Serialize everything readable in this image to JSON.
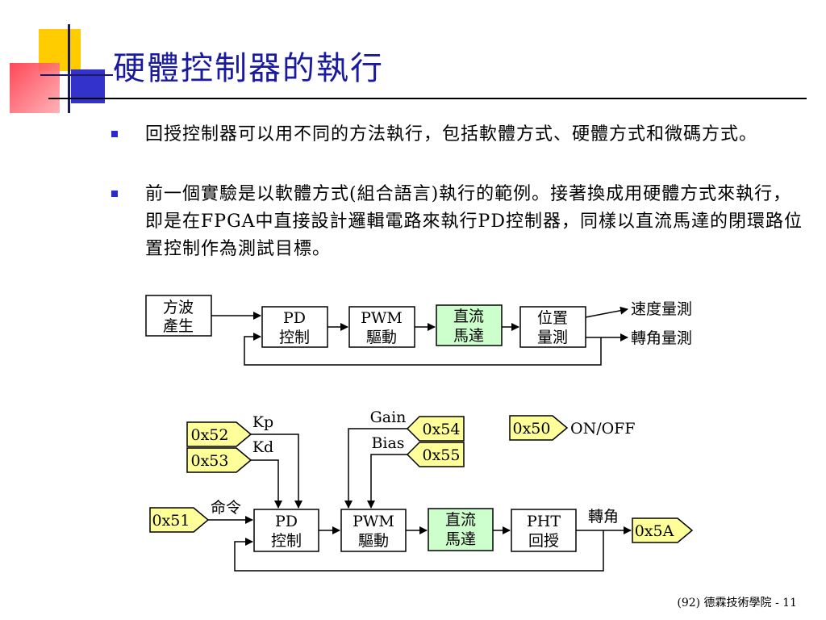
{
  "title": "硬體控制器的執行",
  "bullets": [
    "回授控制器可以用不同的方法執行，包括軟體方式、硬體方式和微碼方式。",
    "前一個實驗是以軟體方式(組合語言)執行的範例。接著換成用硬體方式來執行，即是在FPGA中直接設計邏輯電路來執行PD控制器，同樣以直流馬達的閉環路位置控制作為測試目標。"
  ],
  "diagram1": {
    "source": [
      "方波",
      "產生"
    ],
    "pd": [
      "PD",
      "控制"
    ],
    "pwm": [
      "PWM",
      "驅動"
    ],
    "motor": [
      "直流",
      "馬達"
    ],
    "pos": [
      "位置",
      "量測"
    ],
    "out_speed": "速度量測",
    "out_angle": "轉角量測"
  },
  "diagram2": {
    "reg_kp": "0x52",
    "reg_kd": "0x53",
    "reg_gain": "0x54",
    "reg_bias": "0x55",
    "reg_cmd": "0x51",
    "reg_onoff": "0x50",
    "reg_out": "0x5A",
    "label_kp": "Kp",
    "label_kd": "Kd",
    "label_gain": "Gain",
    "label_bias": "Bias",
    "label_cmd": "命令",
    "label_onoff": "ON/OFF",
    "label_angle": "轉角",
    "pd": [
      "PD",
      "控制"
    ],
    "pwm": [
      "PWM",
      "驅動"
    ],
    "motor": [
      "直流",
      "馬達"
    ],
    "pht": [
      "PHT",
      "回授"
    ]
  },
  "footer": "(92) 德霖技術學院 - 11",
  "colors": {
    "title": "#1a1aa0",
    "motor_fill": "#ccffcc",
    "register_fill": "#ffff99",
    "deco_yellow": "#ffcc00",
    "deco_red": "#ff4455",
    "deco_blue": "#3333cc"
  }
}
